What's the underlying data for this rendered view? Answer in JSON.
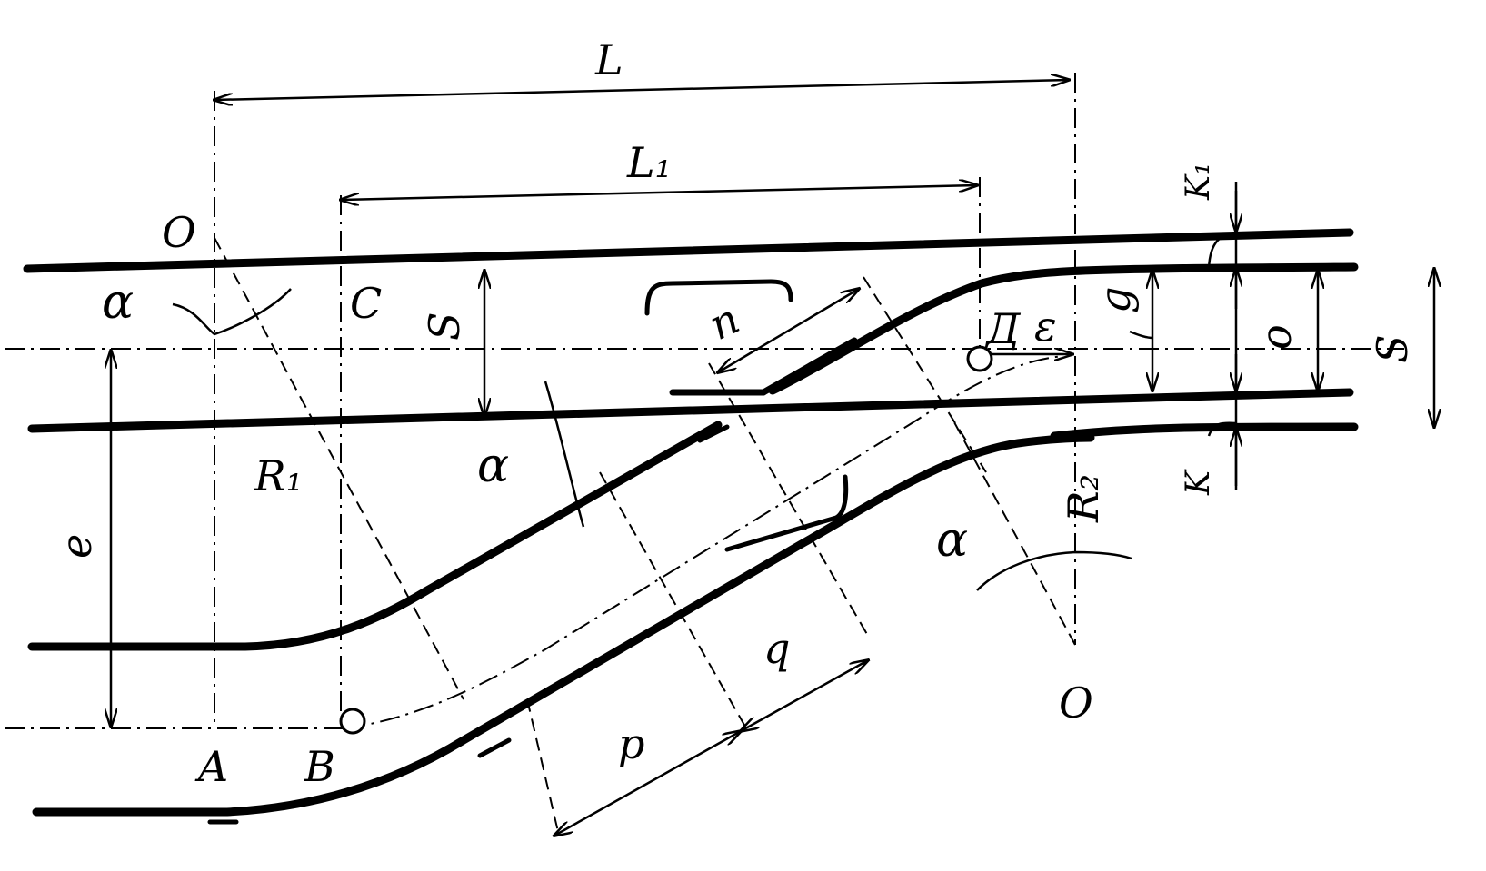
{
  "labels": {
    "L": "L",
    "L1": "L₁",
    "O_top_left": "O",
    "O_bottom_right": "O",
    "C": "C",
    "S_left": "S",
    "S_right": "S",
    "n": "n",
    "D": "Д",
    "epsilon": "ε",
    "g": "g",
    "o": "o",
    "K1": "K₁",
    "K": "K",
    "alpha_left": "α",
    "alpha_mid": "α",
    "alpha_right": "α",
    "R1": "R₁",
    "R2": "R₂",
    "e": "e",
    "A": "A",
    "B": "B",
    "p": "p",
    "q": "q"
  }
}
